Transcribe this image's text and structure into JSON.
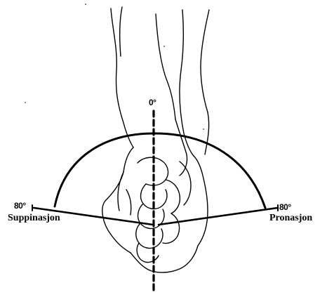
{
  "diagram": {
    "angle_top": "0°",
    "angle_left": "80°",
    "angle_right": "80°",
    "label_left": "Suppinasjon",
    "label_right": "Pronasjon"
  }
}
